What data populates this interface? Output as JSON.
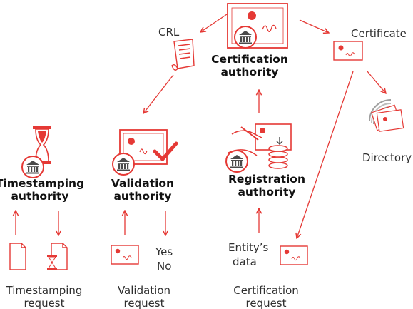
{
  "colors": {
    "accent": "#e53935",
    "text": "#2f2f2f",
    "icon_gray": "#4a4a4a"
  },
  "labels": {
    "crl": "CRL",
    "certificate": "Certificate",
    "directory": "Directory",
    "ca_line1": "Certification",
    "ca_line2": "authority",
    "ts_line1": "Timestamping",
    "ts_line2": "authority",
    "va_line1": "Validation",
    "va_line2": "authority",
    "ra_line1": "Registration",
    "ra_line2": "authority",
    "yes": "Yes",
    "no": "No",
    "entity_line1": "Entity’s",
    "entity_line2": "data",
    "ts_req_line1": "Timestamping",
    "ts_req_line2": "request",
    "va_req_line1": "Validation",
    "va_req_line2": "request",
    "cert_req_line1": "Certification",
    "cert_req_line2": "request"
  },
  "icons": [
    "certificate-icon",
    "bank-icon",
    "crl-scroll-icon",
    "directory-icon",
    "hourglass-icon",
    "validation-certificate-icon",
    "checkmark-icon",
    "signing-hand-icon",
    "coin-stack-icon",
    "document-icon"
  ]
}
